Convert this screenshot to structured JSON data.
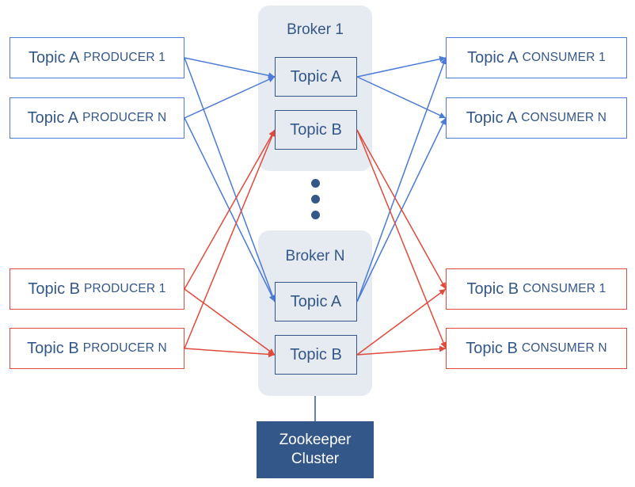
{
  "colors": {
    "topic_a": "#4b7bd6",
    "topic_b": "#e04a3c",
    "text": "#34578a",
    "broker_bg": "#e6eaf1",
    "zookeeper_bg": "#34578a"
  },
  "brokers": [
    {
      "title": "Broker 1",
      "topics": [
        "Topic A",
        "Topic B"
      ]
    },
    {
      "title": "Broker N",
      "topics": [
        "Topic A",
        "Topic B"
      ]
    }
  ],
  "producers": [
    {
      "topic": "Topic A",
      "role": "PRODUCER 1"
    },
    {
      "topic": "Topic A",
      "role": "PRODUCER N"
    },
    {
      "topic": "Topic B",
      "role": "PRODUCER 1"
    },
    {
      "topic": "Topic B",
      "role": "PRODUCER N"
    }
  ],
  "consumers": [
    {
      "topic": "Topic A",
      "role": "CONSUMER 1"
    },
    {
      "topic": "Topic A",
      "role": "CONSUMER N"
    },
    {
      "topic": "Topic B",
      "role": "CONSUMER 1"
    },
    {
      "topic": "Topic B",
      "role": "CONSUMER N"
    }
  ],
  "zookeeper": {
    "line1": "Zookeeper",
    "line2": "Cluster"
  },
  "connections": [
    {
      "from": "producer-a-1",
      "to": "broker1-topic-a",
      "topic": "A"
    },
    {
      "from": "producer-a-1",
      "to": "brokerN-topic-a",
      "topic": "A"
    },
    {
      "from": "producer-a-n",
      "to": "broker1-topic-a",
      "topic": "A"
    },
    {
      "from": "producer-a-n",
      "to": "brokerN-topic-a",
      "topic": "A"
    },
    {
      "from": "producer-b-1",
      "to": "broker1-topic-b",
      "topic": "B"
    },
    {
      "from": "producer-b-1",
      "to": "brokerN-topic-b",
      "topic": "B"
    },
    {
      "from": "producer-b-n",
      "to": "broker1-topic-b",
      "topic": "B"
    },
    {
      "from": "producer-b-n",
      "to": "brokerN-topic-b",
      "topic": "B"
    },
    {
      "from": "broker1-topic-a",
      "to": "consumer-a-1",
      "topic": "A"
    },
    {
      "from": "broker1-topic-a",
      "to": "consumer-a-n",
      "topic": "A"
    },
    {
      "from": "brokerN-topic-a",
      "to": "consumer-a-1",
      "topic": "A"
    },
    {
      "from": "brokerN-topic-a",
      "to": "consumer-a-n",
      "topic": "A"
    },
    {
      "from": "broker1-topic-b",
      "to": "consumer-b-1",
      "topic": "B"
    },
    {
      "from": "broker1-topic-b",
      "to": "consumer-b-n",
      "topic": "B"
    },
    {
      "from": "brokerN-topic-b",
      "to": "consumer-b-1",
      "topic": "B"
    },
    {
      "from": "brokerN-topic-b",
      "to": "consumer-b-n",
      "topic": "B"
    }
  ]
}
